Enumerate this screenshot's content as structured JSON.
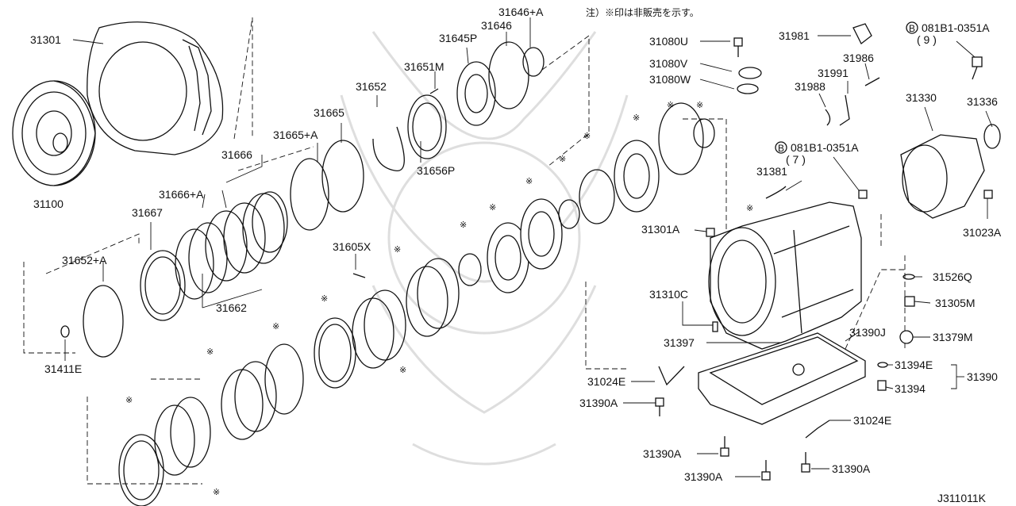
{
  "note": "注）※印は非販売を示す。",
  "diagram_code": "J311011K",
  "non_sale_mark": "※",
  "circled_b": "B",
  "parts": {
    "p31301": "31301",
    "p31100": "31100",
    "p31666": "31666",
    "p31666a": "31666+A",
    "p31667": "31667",
    "p31665": "31665",
    "p31665a": "31665+A",
    "p31652": "31652",
    "p31652a": "31652+A",
    "p31662": "31662",
    "p31411e": "31411E",
    "p31651m": "31651M",
    "p31656p": "31656P",
    "p31645p": "31645P",
    "p31646": "31646",
    "p31646a": "31646+A",
    "p31605x": "31605X",
    "p31080u": "31080U",
    "p31080v": "31080V",
    "p31080w": "31080W",
    "p31981": "31981",
    "p31986": "31986",
    "p31991": "31991",
    "p31988": "31988",
    "bolt_9": "081B1-0351A",
    "qty_9": "( 9 )",
    "bolt_7": "081B1-0351A",
    "qty_7": "( 7 )",
    "p31330": "31330",
    "p31336": "31336",
    "p31381": "31381",
    "p31023a": "31023A",
    "p31301a": "31301A",
    "p31526q": "31526Q",
    "p31305m": "31305M",
    "p31310c": "31310C",
    "p31390j": "31390J",
    "p31379m": "31379M",
    "p31397": "31397",
    "p31394e": "31394E",
    "p31390": "31390",
    "p31024e_l": "31024E",
    "p31024e_r": "31024E",
    "p31394": "31394",
    "p31390a_1": "31390A",
    "p31390a_2": "31390A",
    "p31390a_3": "31390A",
    "p31390a_4": "31390A"
  }
}
